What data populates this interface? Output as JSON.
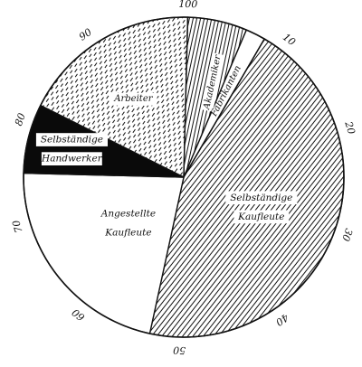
{
  "chart_data": {
    "type": "pie",
    "scale_max": 100,
    "scale_ticks": [
      "100",
      "10",
      "20",
      "30",
      "40",
      "50",
      "60",
      "70",
      "80",
      "90"
    ],
    "slices": [
      {
        "label": "Akademiker",
        "lines": [
          "Akademiker"
        ],
        "start": 0,
        "end": 6,
        "value": 6,
        "fill": "vertical-hatch"
      },
      {
        "label": "Fabrikanten",
        "lines": [
          "Fabrikanten"
        ],
        "start": 6,
        "end": 8,
        "value": 2,
        "fill": "white"
      },
      {
        "label": "Selbständige Kaufleute",
        "lines": [
          "Selbständige",
          "Kaufleute"
        ],
        "start": 8,
        "end": 53,
        "value": 45,
        "fill": "diagonal-hatch"
      },
      {
        "label": "Angestellte Kaufleute",
        "lines": [
          "Angestellte",
          "Kaufleute"
        ],
        "start": 53,
        "end": 75,
        "value": 22,
        "fill": "white"
      },
      {
        "label": "Selbständige Handwerker",
        "lines": [
          "Selbständige",
          "Handwerker"
        ],
        "start": 75,
        "end": 82,
        "value": 7,
        "fill": "black"
      },
      {
        "label": "Arbeiter",
        "lines": [
          "Arbeiter"
        ],
        "start": 82,
        "end": 100,
        "value": 18,
        "fill": "dashed"
      }
    ],
    "colors": {
      "ink": "#111111",
      "background": "#ffffff",
      "black": "#0a0a0a"
    }
  }
}
